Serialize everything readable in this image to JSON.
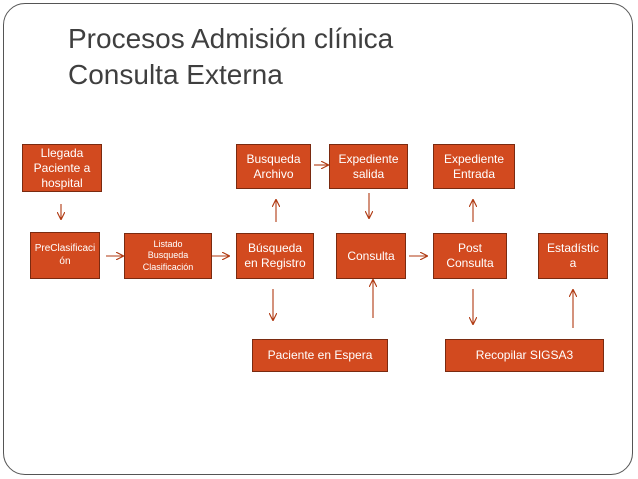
{
  "slide": {
    "title_line1": "Procesos Admisión clínica",
    "title_line2": "Consulta Externa"
  },
  "nodes": {
    "llegada": "Llegada\nPaciente a\nhospital",
    "preclasificacion": "PreClasificaci\nón",
    "listado": "Listado\nBusqueda\nClasificación",
    "busqueda_archivo": "Busqueda\nArchivo",
    "busqueda_registro": "Búsqueda\nen Registro",
    "expediente_salida": "Expediente\nsalida",
    "consulta": "Consulta",
    "expediente_entrada": "Expediente\nEntrada",
    "post_consulta": "Post\nConsulta",
    "estadistica": "Estadístic\na",
    "paciente_espera": "Paciente en Espera",
    "recopilar": "Recopilar SIGSA3"
  },
  "colors": {
    "box_fill": "#d24a1f",
    "box_border": "#7a2a10",
    "arrow": "#b03a12",
    "title": "#3f3f3f"
  }
}
